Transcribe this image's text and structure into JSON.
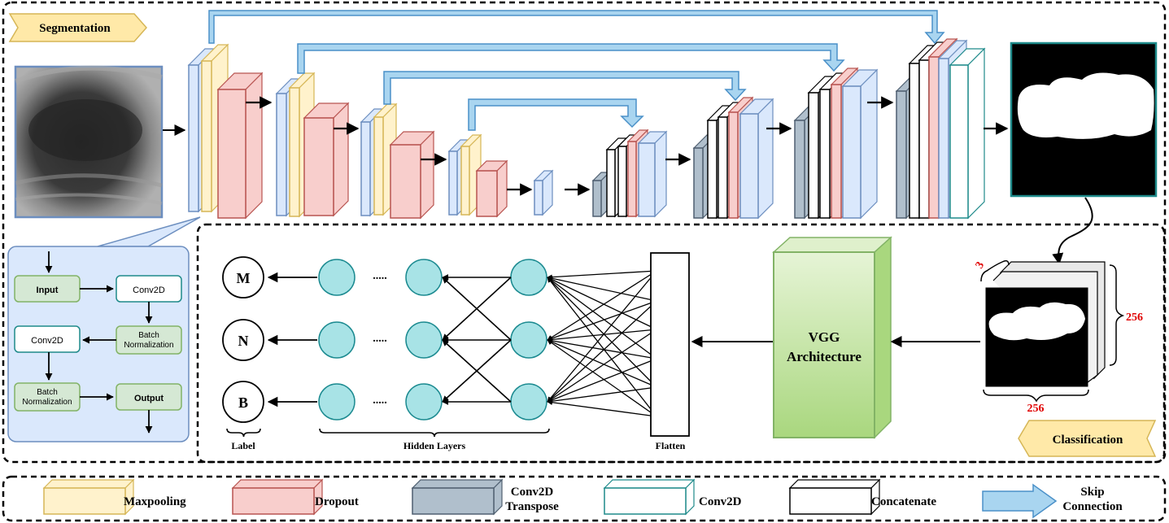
{
  "sections": {
    "segmentation": "Segmentation",
    "classification": "Classification"
  },
  "block_flow": {
    "input": "Input",
    "conv2d_a": "Conv2D",
    "conv2d_b": "Conv2D",
    "batchnorm_a": "Batch Normalization",
    "batchnorm_b": "Batch Normalization",
    "output": "Output"
  },
  "classifier": {
    "labels": [
      "M",
      "N",
      "B"
    ],
    "dots": ".....",
    "label_caption": "Label",
    "hidden_caption": "Hidden Layers",
    "flatten_caption": "Flatten",
    "vgg_line1": "VGG",
    "vgg_line2": "Architecture",
    "dim_depth": "3",
    "dim_height": "256",
    "dim_width": "256"
  },
  "legend": {
    "maxpooling": "Maxpooling",
    "dropout": "Dropout",
    "conv2d_transpose_line1": "Conv2D",
    "conv2d_transpose_line2": "Transpose",
    "conv2d": "Conv2D",
    "concatenate": "Concatenate",
    "skip_line1": "Skip",
    "skip_line2": "Connection"
  },
  "colors": {
    "conv_face": "#dae8fc",
    "conv_stroke": "#6c8ebf",
    "maxpool_face": "#fff2cc",
    "maxpool_stroke": "#d6b656",
    "dropout_face": "#f8cecc",
    "dropout_stroke": "#b85450",
    "transpose_face": "#b0bfcc",
    "transpose_stroke": "#4f5f70",
    "concat_face": "#ffffff",
    "concat_stroke": "#000000",
    "conv2d_out_face": "#ffffff",
    "conv2d_out_stroke": "#1e8a8a",
    "skip_fill": "#a9d5f0",
    "skip_stroke": "#4a90c8",
    "neuron_fill": "#a8e3e6",
    "neuron_stroke": "#1b8a90",
    "vgg_face": "#c8e6a6",
    "vgg_stroke": "#82b366",
    "block_panel": "#dae8fc",
    "tag_fill": "#ffe9a8",
    "dim_red": "#e00000"
  },
  "icons": {
    "ultrasound": "ultrasound-image",
    "mask": "segmentation-mask-image"
  }
}
